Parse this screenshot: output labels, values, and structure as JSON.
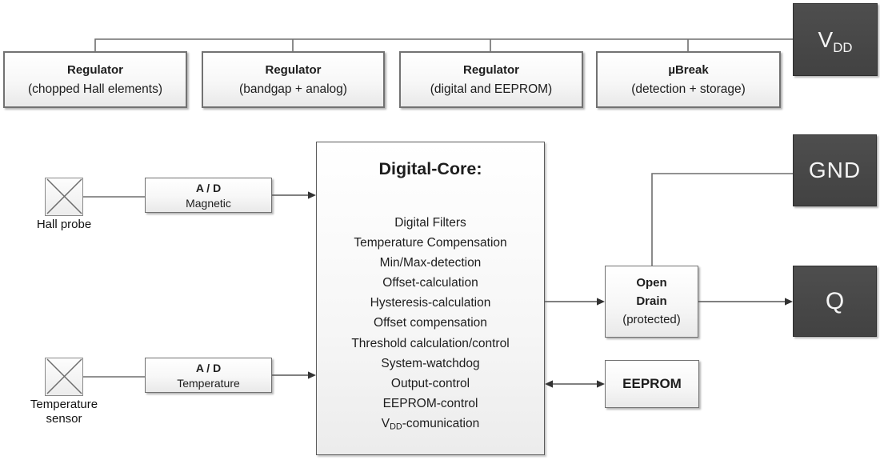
{
  "palette": {
    "pin_box_bg": "#464646",
    "pin_text": "#f5f5f5",
    "light_box_border": "#727272",
    "wire_color": "#6e6e6e",
    "arrow_color": "#3a3a3a",
    "text_color": "#1d1d1d"
  },
  "top_row": {
    "boxes": [
      {
        "title": "Regulator",
        "subtitle": "(chopped Hall elements)"
      },
      {
        "title": "Regulator",
        "subtitle": "(bandgap + analog)"
      },
      {
        "title": "Regulator",
        "subtitle": "(digital and EEPROM)"
      },
      {
        "title": "µBreak",
        "subtitle": "(detection + storage)"
      }
    ]
  },
  "pins": {
    "vdd": {
      "base": "V",
      "sub": "DD"
    },
    "gnd": {
      "label": "GND"
    },
    "q": {
      "label": "Q"
    }
  },
  "sensors": {
    "hall": {
      "label": "Hall probe"
    },
    "temperature": {
      "line1": "Temperature",
      "line2": "sensor"
    }
  },
  "adc": {
    "magnetic": {
      "title": "A / D",
      "subtitle": "Magnetic"
    },
    "temperature": {
      "title": "A / D",
      "subtitle": "Temperature"
    }
  },
  "core": {
    "title": "Digital-Core:",
    "functions": [
      "Digital Filters",
      "Temperature Compensation",
      "Min/Max-detection",
      "Offset-calculation",
      "Hysteresis-calculation",
      "Offset compensation",
      "Threshold calculation/control",
      "System-watchdog",
      "Output-control",
      "EEPROM-control"
    ],
    "vdd_item": {
      "prefix": "V",
      "sub": "DD",
      "suffix": "-comunication"
    }
  },
  "output_stage": {
    "open_drain": {
      "line1": "Open",
      "line2": "Drain",
      "line3": "(protected)"
    },
    "eeprom": {
      "label": "EEPROM"
    }
  }
}
